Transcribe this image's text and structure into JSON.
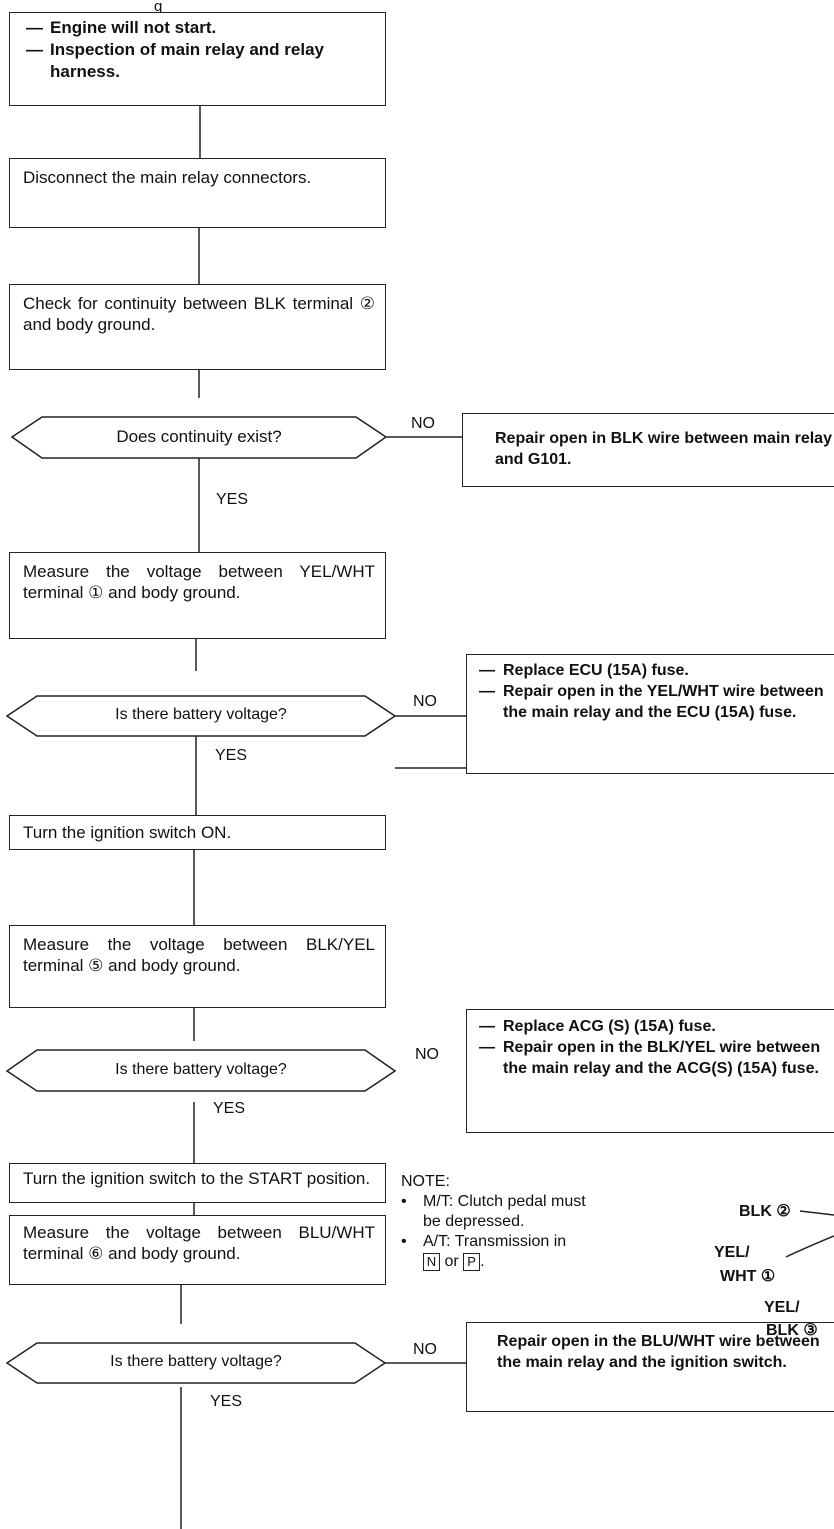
{
  "page_heading_fragment": "g",
  "start_box": {
    "items": [
      "Engine will not start.",
      "Inspection of main relay and relay harness."
    ]
  },
  "steps": {
    "disconnect": "Disconnect the main relay connectors.",
    "check_continuity": "Check for continuity between BLK terminal ② and body ground.",
    "measure_yel_wht": "Measure the voltage between YEL/WHT terminal ① and body ground.",
    "ignition_on": "Turn the ignition switch ON.",
    "measure_blk_yel": "Measure the voltage between BLK/YEL terminal ⑤ and body ground.",
    "ignition_start": "Turn the ignition switch to the START position.",
    "measure_blu_wht": "Measure the voltage between BLU/WHT terminal ⑥ and body ground."
  },
  "decisions": {
    "continuity": "Does continuity exist?",
    "battery_1": "Is there battery voltage?",
    "battery_2": "Is there battery voltage?",
    "battery_3": "Is there battery voltage?"
  },
  "branch_labels": {
    "yes": "YES",
    "no": "NO"
  },
  "actions": {
    "repair_blk": "Repair open in BLK wire between main relay and G101.",
    "ecu_fuse": [
      "Replace ECU (15A) fuse.",
      "Repair open in the YEL/WHT wire between the main relay and the ECU (15A) fuse."
    ],
    "acg_fuse": [
      "Replace ACG (S) (15A) fuse.",
      "Repair open in the BLK/YEL wire between the main relay and the ACG(S) (15A) fuse."
    ],
    "repair_blu_wht": "Repair open in the BLU/WHT wire between the main relay and the ignition switch."
  },
  "note": {
    "title": "NOTE:",
    "mt": "M/T: Clutch pedal must be depressed.",
    "at_prefix": "A/T: Transmission in",
    "at_key1": "N",
    "at_or": "or",
    "at_key2": "P",
    "at_end": "."
  },
  "connector_labels": {
    "blk2": "BLK ②",
    "yel1_a": "YEL/",
    "yel1_b": "WHT ①",
    "yel3_a": "YEL/",
    "yel3_b": "BLK ③"
  }
}
